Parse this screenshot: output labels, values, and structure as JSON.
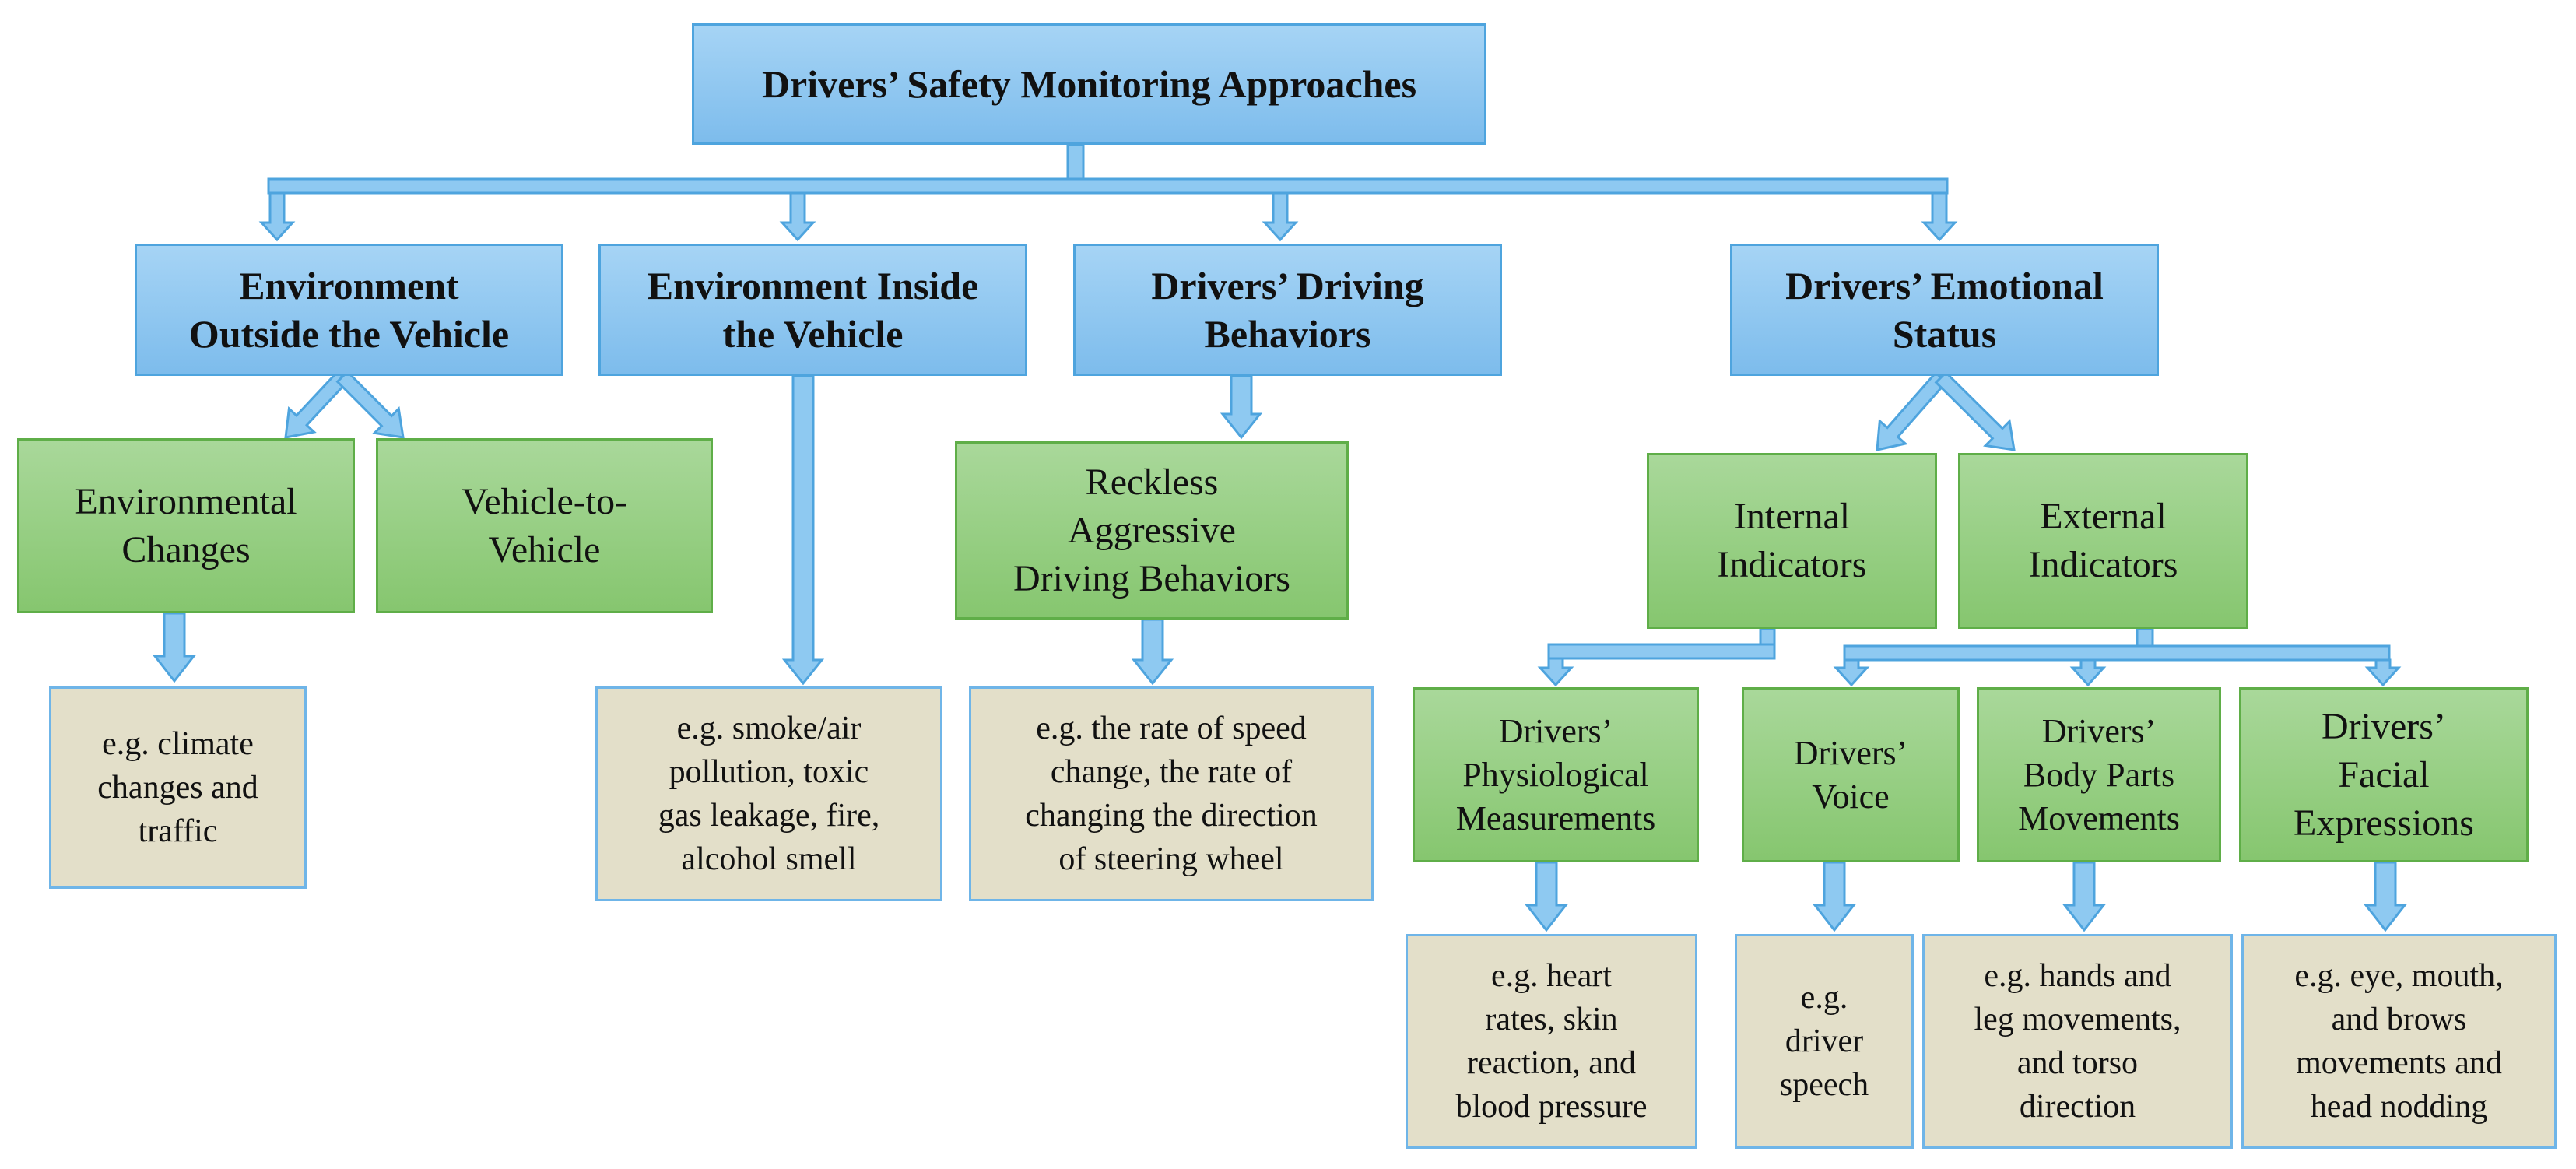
{
  "colors": {
    "connector_fill": "#8ec9f1",
    "connector_stroke": "#4ea4de",
    "blue_border": "#4ea4de",
    "green_border": "#5fae48",
    "beige_fill": "#e3dfc9"
  },
  "nodes": [
    {
      "id": "root",
      "label": "Drivers’ Safety Monitoring Approaches"
    },
    {
      "id": "env-outside",
      "label": "Environment\nOutside the Vehicle"
    },
    {
      "id": "env-inside",
      "label": "Environment Inside\nthe Vehicle"
    },
    {
      "id": "driving-behaviors",
      "label": "Drivers’ Driving\nBehaviors"
    },
    {
      "id": "emotional-status",
      "label": "Drivers’ Emotional\nStatus"
    },
    {
      "id": "environmental-changes",
      "label": "Environmental\nChanges"
    },
    {
      "id": "vehicle-to-vehicle",
      "label": "Vehicle-to-\nVehicle"
    },
    {
      "id": "reckless-driving",
      "label": "Reckless\nAggressive\nDriving Behaviors"
    },
    {
      "id": "internal-indicators",
      "label": "Internal\nIndicators"
    },
    {
      "id": "external-indicators",
      "label": "External\nIndicators"
    },
    {
      "id": "physiological",
      "label": "Drivers’\nPhysiological\nMeasurements"
    },
    {
      "id": "voice",
      "label": "Drivers’\nVoice"
    },
    {
      "id": "body-parts",
      "label": "Drivers’\nBody Parts\nMovements"
    },
    {
      "id": "facial",
      "label": "Drivers’\nFacial\nExpressions"
    },
    {
      "id": "ex-climate",
      "label": "e.g. climate\nchanges and\ntraffic"
    },
    {
      "id": "ex-smoke",
      "label": "e.g. smoke/air\npollution, toxic\ngas leakage, fire,\nalcohol smell"
    },
    {
      "id": "ex-speed",
      "label": "e.g. the rate of speed\nchange, the rate of\nchanging the direction\nof steering wheel"
    },
    {
      "id": "ex-heart",
      "label": "e.g. heart\nrates, skin\nreaction, and\nblood pressure"
    },
    {
      "id": "ex-speech",
      "label": "e.g.\ndriver\nspeech"
    },
    {
      "id": "ex-hands",
      "label": "e.g. hands and\nleg movements,\nand torso\ndirection"
    },
    {
      "id": "ex-eye",
      "label": "e.g. eye, mouth,\nand brows\nmovements and\nhead nodding"
    }
  ],
  "edges": [
    {
      "from": "root",
      "to": "env-outside"
    },
    {
      "from": "root",
      "to": "env-inside"
    },
    {
      "from": "root",
      "to": "driving-behaviors"
    },
    {
      "from": "root",
      "to": "emotional-status"
    },
    {
      "from": "env-outside",
      "to": "environmental-changes"
    },
    {
      "from": "env-outside",
      "to": "vehicle-to-vehicle"
    },
    {
      "from": "env-inside",
      "to": "ex-smoke"
    },
    {
      "from": "driving-behaviors",
      "to": "reckless-driving"
    },
    {
      "from": "emotional-status",
      "to": "internal-indicators"
    },
    {
      "from": "emotional-status",
      "to": "external-indicators"
    },
    {
      "from": "environmental-changes",
      "to": "ex-climate"
    },
    {
      "from": "reckless-driving",
      "to": "ex-speed"
    },
    {
      "from": "internal-indicators",
      "to": "physiological"
    },
    {
      "from": "external-indicators",
      "to": "voice"
    },
    {
      "from": "external-indicators",
      "to": "body-parts"
    },
    {
      "from": "external-indicators",
      "to": "facial"
    },
    {
      "from": "physiological",
      "to": "ex-heart"
    },
    {
      "from": "voice",
      "to": "ex-speech"
    },
    {
      "from": "body-parts",
      "to": "ex-hands"
    },
    {
      "from": "facial",
      "to": "ex-eye"
    }
  ]
}
